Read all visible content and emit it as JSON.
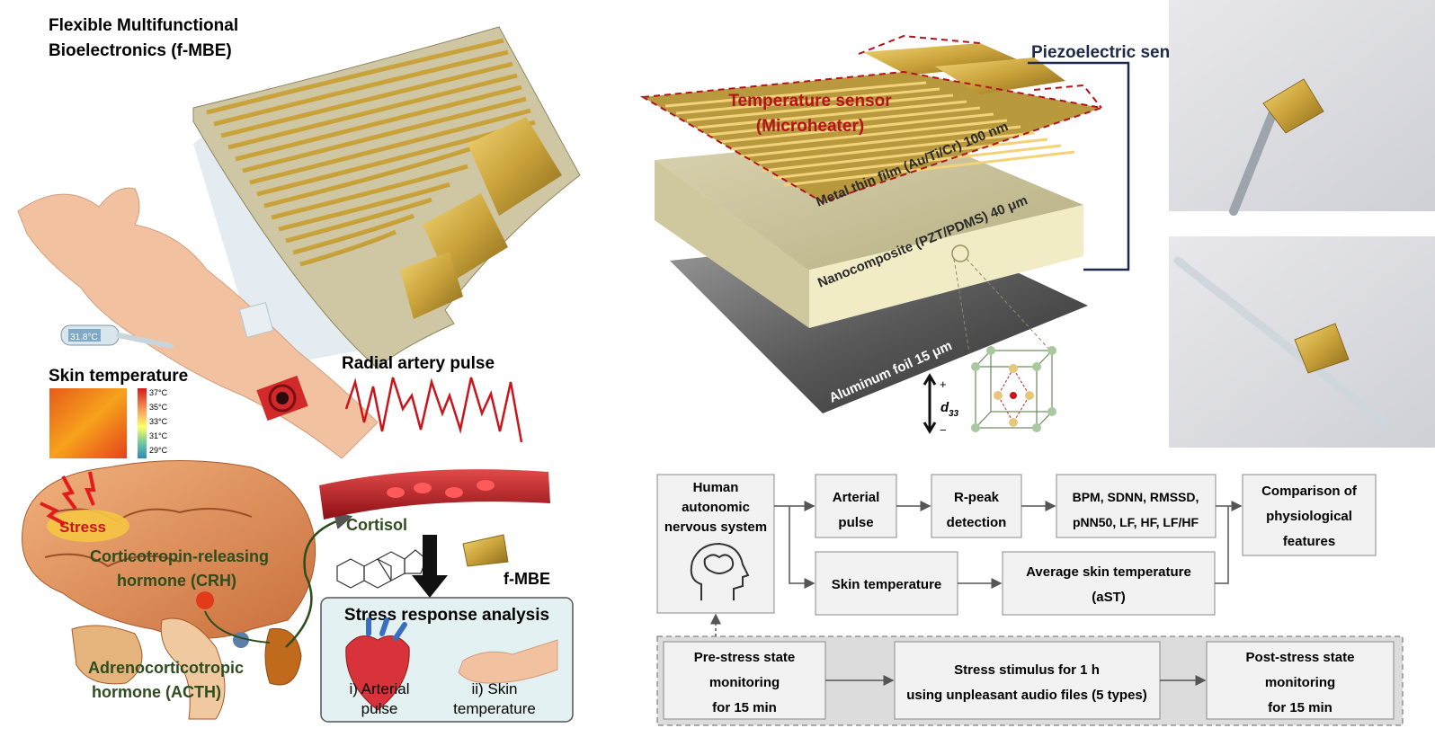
{
  "left": {
    "title_line1": "Flexible Multifunctional",
    "title_line2": "Bioelectronics (f-MBE)",
    "thermometer_reading": "31.8°C",
    "skin_temperature_label": "Skin temperature",
    "colorbar_ticks": [
      "37°C",
      "35°C",
      "33°C",
      "31°C",
      "29°C"
    ],
    "pulse_label": "Radial artery pulse",
    "stress_label": "Stress",
    "crh_line1": "Corticotropin-releasing",
    "crh_line2": "hormone (CRH)",
    "acth_line1": "Adrenocorticotropic",
    "acth_line2": "hormone (ACTH)",
    "cortisol_label": "Cortisol",
    "fmbe_label": "f-MBE",
    "analysis_title": "Stress response analysis",
    "analysis_item1_line1": "i) Arterial",
    "analysis_item1_line2": "pulse",
    "analysis_item2_line1": "ii) Skin",
    "analysis_item2_line2": "temperature"
  },
  "device": {
    "piezo_label": "Piezoelectric sensor",
    "temp_sensor_line1": "Temperature sensor",
    "temp_sensor_line2": "(Microheater)",
    "metal_film": "Metal thin film (Au/Ti/Cr) 100 nm",
    "nanocomposite": "Nanocomposite (PZT/PDMS) 40 μm",
    "aluminum": "Aluminum foil 15 μm",
    "d33_plus": "+",
    "d33_minus": "−",
    "d33_label": "d",
    "d33_sub": "33"
  },
  "flow": {
    "human_line1": "Human",
    "human_line2": "autonomic",
    "human_line3": "nervous system",
    "arterial_line1": "Arterial",
    "arterial_line2": "pulse",
    "rpeak_line1": "R-peak",
    "rpeak_line2": "detection",
    "hrv_line1": "BPM, SDNN, RMSSD,",
    "hrv_line2": "pNN50, LF, HF, LF/HF",
    "comparison_line1": "Comparison of",
    "comparison_line2": "physiological",
    "comparison_line3": "features",
    "skin_temp": "Skin temperature",
    "ast_line1": "Average skin temperature",
    "ast_line2": "(aST)",
    "pre_line1": "Pre-stress state",
    "pre_line2": "monitoring",
    "pre_line3": "for 15 min",
    "stim_line1": "Stress stimulus for 1 h",
    "stim_line2": "using unpleasant audio files (5 types)",
    "post_line1": "Post-stress state",
    "post_line2": "monitoring",
    "post_line3": "for 15 min"
  },
  "colors": {
    "accent_red": "#b5121b",
    "dark_green": "#2e4d1e",
    "gold": "#c9a23a",
    "box_fill": "#f2f2f2",
    "box_stroke": "#8a8a8a"
  }
}
